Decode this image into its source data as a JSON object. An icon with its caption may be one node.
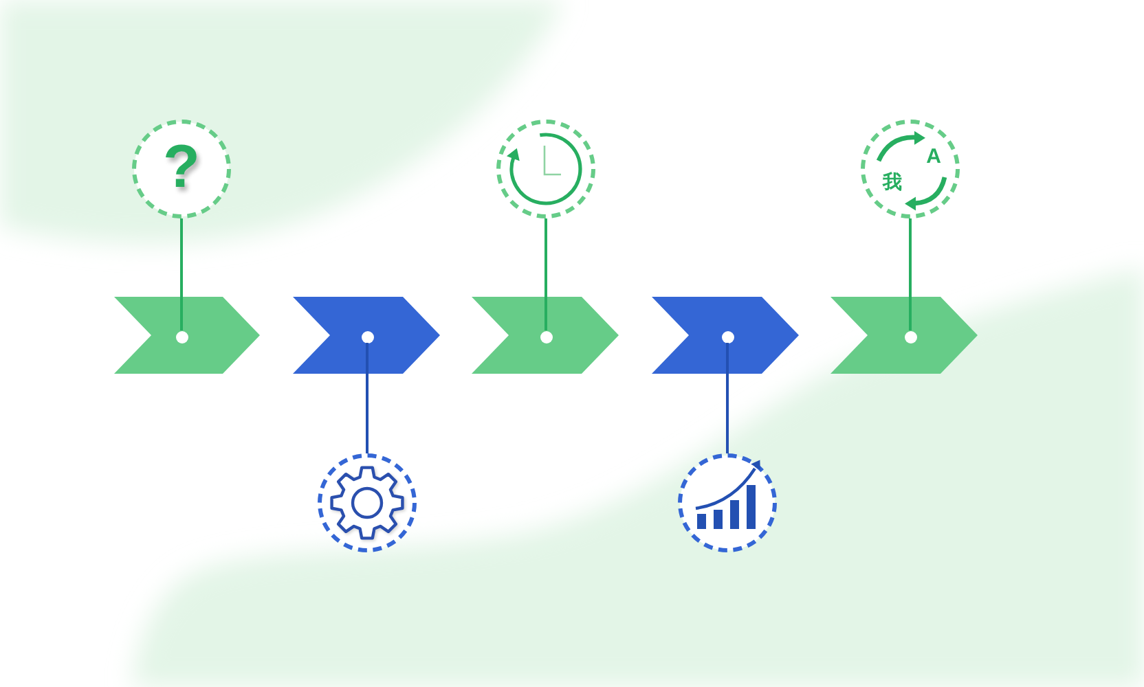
{
  "diagram": {
    "nodes": [
      {
        "text": [
          "?"
        ]
      },
      {
        "text": [],
        "shape": "circle"
      },
      {
        "text": [
          "A",
          "我"
        ]
      },
      {
        "text": [],
        "shape": "chevron"
      },
      {
        "text": [],
        "shape": "circle",
        "in": 3
      },
      {
        "text": [],
        "shape": "chevron"
      },
      {
        "text": [],
        "shape": "circle",
        "in": 5
      },
      {
        "text": [],
        "shape": "chevron"
      },
      {
        "text": [],
        "shape": "circle",
        "in": 7
      },
      {
        "text": [],
        "shape": "chevron"
      },
      {
        "text": [],
        "shape": "circle",
        "in": 9
      },
      {
        "text": [],
        "shape": "chevron"
      },
      {
        "text": [],
        "shape": "circle",
        "in": 11
      },
      {
        "text": [],
        "shape": "circle"
      },
      {
        "text": [],
        "shape": "circle"
      }
    ],
    "edges": [
      {
        "from": 0,
        "to": 4,
        "arrow": "none"
      },
      {
        "from": 1,
        "to": 8,
        "arrow": "none"
      },
      {
        "from": 2,
        "to": 12,
        "arrow": "none"
      },
      {
        "from": 6,
        "to": 13,
        "arrow": "none",
        "color": "#2350b2"
      },
      {
        "from": 10,
        "to": 14,
        "arrow": "none",
        "color": "#2350b2"
      }
    ]
  }
}
